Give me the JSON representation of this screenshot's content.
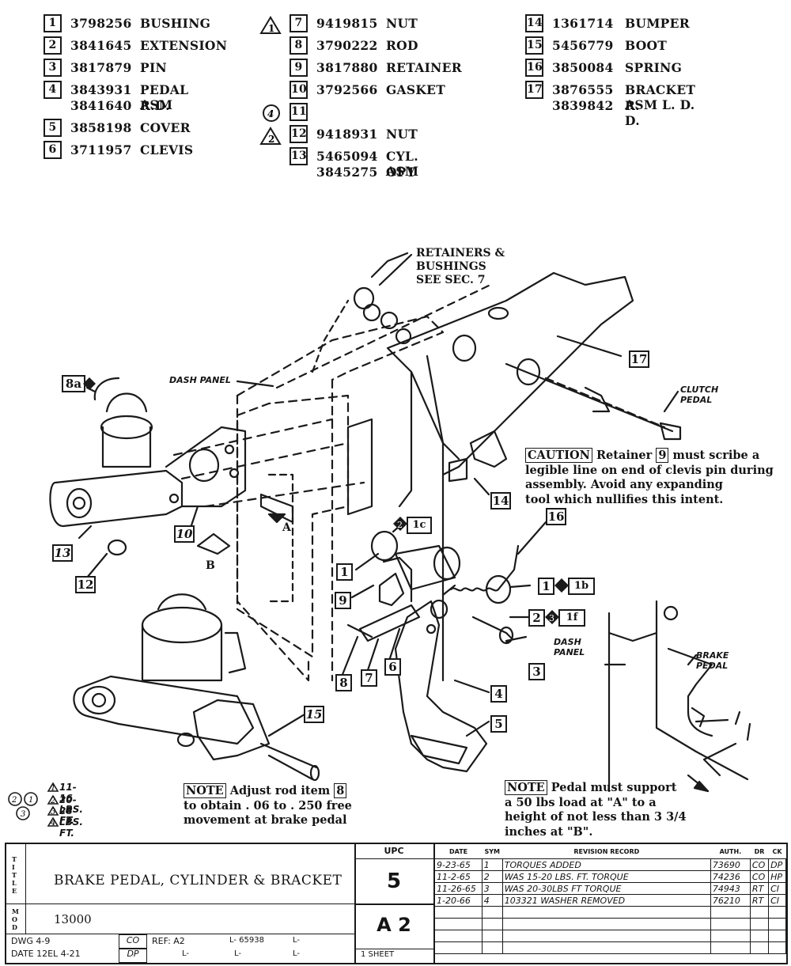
{
  "parts": {
    "col1": [
      {
        "num": "1",
        "part": "3798256",
        "name": "BUSHING"
      },
      {
        "num": "2",
        "part": "3841645",
        "name": "EXTENSION"
      },
      {
        "num": "3",
        "part": "3817879",
        "name": "PIN"
      },
      {
        "num": "4",
        "part": "3843931",
        "name": "PEDAL ASM",
        "part2": "3841640",
        "name2": "R.D."
      },
      {
        "num": "5",
        "part": "3858198",
        "name": "COVER"
      },
      {
        "num": "6",
        "part": "3711957",
        "name": "CLEVIS"
      }
    ],
    "col2": [
      {
        "num": "7",
        "part": "9419815",
        "name": "NUT",
        "flag": "1"
      },
      {
        "num": "8",
        "part": "3790222",
        "name": "ROD"
      },
      {
        "num": "9",
        "part": "3817880",
        "name": "RETAINER"
      },
      {
        "num": "10",
        "part": "3792566",
        "name": "GASKET"
      },
      {
        "num": "11",
        "part": "",
        "name": "",
        "flag_circle": "4"
      },
      {
        "num": "12",
        "part": "9418931",
        "name": "NUT",
        "flag": "2"
      },
      {
        "num": "13",
        "part": "5465094",
        "name": "CYL. ASM",
        "part2": "3845275",
        "name2": "OPT"
      }
    ],
    "col3": [
      {
        "num": "14",
        "part": "1361714",
        "name": "BUMPER"
      },
      {
        "num": "15",
        "part": "5456779",
        "name": "BOOT"
      },
      {
        "num": "16",
        "part": "3850084",
        "name": "SPRING"
      },
      {
        "num": "17",
        "part": "3876555",
        "name": "BRACKET ASM L. D.",
        "part2": "3839842",
        "name2": "R. D."
      }
    ]
  },
  "diagram": {
    "retainers_note": [
      "RETAINERS &",
      "BUSHINGS",
      "SEE SEC. 7"
    ],
    "dash_panel": "DASH PANEL",
    "clutch_pedal": [
      "CLUTCH",
      "PEDAL"
    ],
    "dash_panel_2": [
      "DASH",
      "PANEL"
    ],
    "brake_pedal": [
      "BRAKE",
      "PEDAL"
    ],
    "letter_a": "A",
    "letter_b": "B",
    "callouts": {
      "c8a": "8a",
      "c17": "17",
      "c14": "14",
      "c16": "16",
      "c1a": "1",
      "c1b": "1",
      "c9": "9",
      "c2": "2",
      "c3": "3",
      "c4": "4",
      "c5": "5",
      "c6": "6",
      "c7": "7",
      "c8": "8",
      "c10": "10",
      "c12": "12",
      "c13": "13",
      "c15": "15",
      "c1c": "1c",
      "c1b_tag": "1b",
      "c1f": "1f"
    }
  },
  "caution": {
    "label": "CAUTION",
    "lines": [
      "Retainer",
      "must scribe a",
      "legible line on end of clevis pin during",
      "assembly.  Avoid any expanding",
      "tool which nullifies this intent."
    ],
    "ref": "9"
  },
  "torque": {
    "line1": "11-16 LBS. FT.",
    "line2": "20-28 LBS. FT."
  },
  "note_rod": {
    "label": "NOTE",
    "line1": "Adjust rod item",
    "ref": "8",
    "line2": "to obtain . 06 to . 250 free",
    "line3": "movement at brake pedal"
  },
  "note_pedal": {
    "label": "NOTE",
    "line1": "Pedal must support",
    "line2": "a 50 lbs load at \"A\" to a",
    "line3": "height of not less than 3 3/4",
    "line4": "inches at \"B\"."
  },
  "title_block": {
    "title_side": "TITLE",
    "title": "BRAKE PEDAL, CYLINDER & BRACKET",
    "mod_side": "MOD",
    "mod": "13000",
    "upc_label": "UPC",
    "upc": "5",
    "sheet_code": "A 2",
    "sheet_label": "1  SHEET",
    "dwg": "DWG 4-9",
    "dwg_init": "CO",
    "date": "DATE 12EL 4-21",
    "date_init": "DP",
    "ref": "REF:  A2",
    "ref_l1": "L- 65938",
    "ref_l2": "L-",
    "ref_l3": "L-",
    "ref_l4": "L-",
    "ref_l5": "L-",
    "rev_headers": [
      "DATE",
      "SYM",
      "REVISION RECORD",
      "AUTH.",
      "DR",
      "CK"
    ],
    "revisions": [
      {
        "date": "9-23-65",
        "sym": "1",
        "desc": "TORQUES ADDED",
        "auth": "73690",
        "dr": "CO",
        "ck": "DP"
      },
      {
        "date": "11-2-65",
        "sym": "2",
        "desc": "WAS 15-20 LBS. FT. TORQUE",
        "auth": "74236",
        "dr": "CO",
        "ck": "HP"
      },
      {
        "date": "11-26-65",
        "sym": "3",
        "desc": "WAS 20-30LBS FT TORQUE",
        "auth": "74943",
        "dr": "RT",
        "ck": "CI"
      },
      {
        "date": "1-20-66",
        "sym": "4",
        "desc": "103321 WASHER REMOVED",
        "auth": "76210",
        "dr": "RT",
        "ck": "CI"
      }
    ]
  }
}
